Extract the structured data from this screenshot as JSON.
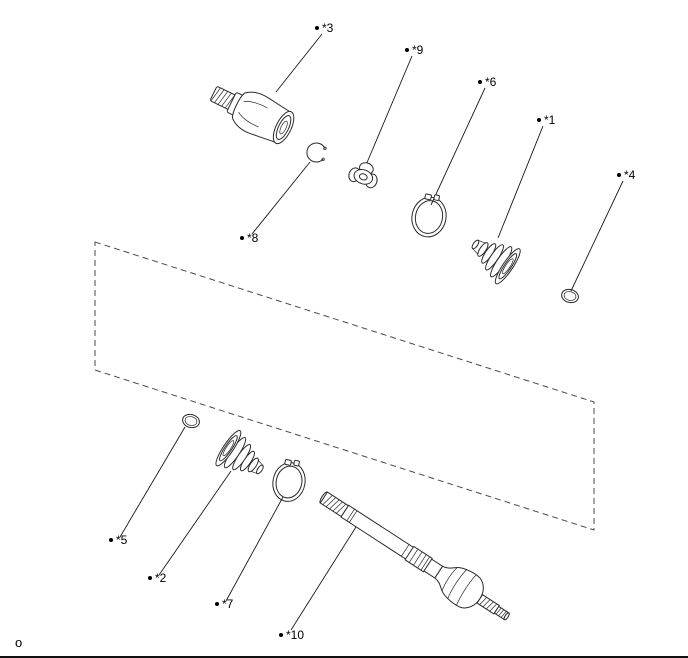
{
  "diagram": {
    "kind": "exploded-parts-diagram",
    "background": "#ffffff",
    "line_color": "#2a2a2a",
    "footer_mark": "o",
    "callouts": [
      {
        "label": "*1"
      },
      {
        "label": "*2"
      },
      {
        "label": "*3"
      },
      {
        "label": "*4"
      },
      {
        "label": "*5"
      },
      {
        "label": "*6"
      },
      {
        "label": "*7"
      },
      {
        "label": "*8"
      },
      {
        "label": "*9"
      },
      {
        "label": "*10"
      }
    ]
  }
}
